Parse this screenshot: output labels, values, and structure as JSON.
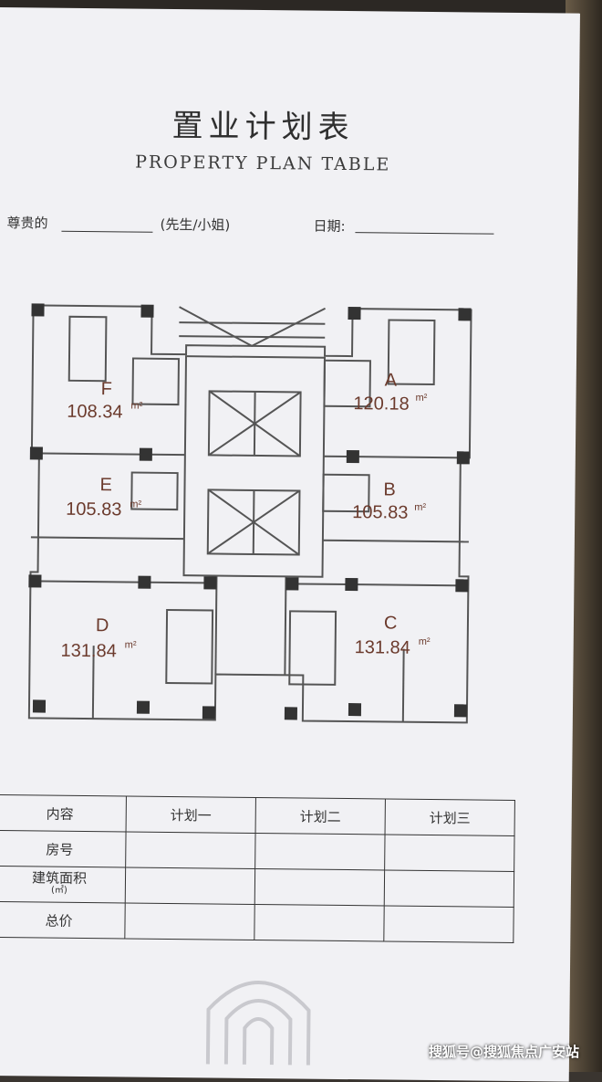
{
  "document": {
    "title": "置业计划表",
    "subtitle": "PROPERTY PLAN TABLE",
    "salutation_prefix": "尊贵的",
    "salutation_suffix": "(先生/小姐)",
    "date_label": "日期:"
  },
  "floor_plan": {
    "units": [
      {
        "letter": "F",
        "area": "108.34",
        "unit": "m²"
      },
      {
        "letter": "A",
        "area": "120.18",
        "unit": "m²"
      },
      {
        "letter": "E",
        "area": "105.83",
        "unit": "m²"
      },
      {
        "letter": "B",
        "area": "105.83",
        "unit": "m²"
      },
      {
        "letter": "D",
        "area": "131.84",
        "unit": "m²"
      },
      {
        "letter": "C",
        "area": "131.84",
        "unit": "m²"
      }
    ]
  },
  "plan_table": {
    "headers": [
      "内容",
      "计划一",
      "计划二",
      "计划三"
    ],
    "rows": [
      {
        "label": "房号"
      },
      {
        "label": "建筑面积",
        "unit": "(㎡)"
      },
      {
        "label": "总价"
      }
    ]
  },
  "watermark": "搜狐号@搜狐焦点广安站",
  "colors": {
    "paper": "#f1f1f4",
    "ink": "#333333",
    "area_text": "#6b3a2c"
  }
}
